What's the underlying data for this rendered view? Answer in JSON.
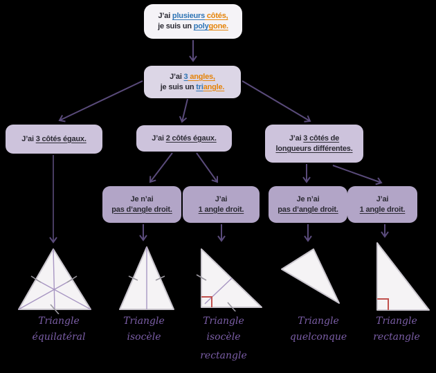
{
  "colors": {
    "background": "#000000",
    "box-top-bg": "#f5f3f7",
    "box-l2-bg": "#dcd6e6",
    "box-l3-bg": "#cdc3dc",
    "box-l4-bg": "#b2a5c7",
    "arrow": "#5a4b7b",
    "text-dark": "#2b2a33",
    "text-blue": "#2e74b5",
    "text-orange": "#e58308",
    "triangle-fill": "#f5f3f5",
    "triangle-stroke": "#cac6ce",
    "axis-line": "#a795c2",
    "right-angle": "#c0504d",
    "tick": "#9b98a0",
    "label-purple": "#7b5ea7"
  },
  "nodes": {
    "polygone": {
      "l1_prefix": "J’ai ",
      "l1_blue": "plusieurs",
      "l1_orange": " côtés,",
      "l2_prefix": "je suis un ",
      "l2_blue": "poly",
      "l2_orange": "gone."
    },
    "triangle": {
      "l1_prefix": "J’ai ",
      "l1_blue": "3",
      "l1_orange": " angles,",
      "l2_prefix": "je suis un ",
      "l2_blue": "tri",
      "l2_orange": "angle."
    },
    "trois_cotes_egaux": {
      "prefix": "J’ai ",
      "underline": "3 côtés égaux."
    },
    "deux_cotes_egaux": {
      "prefix": "J’ai ",
      "underline": "2 côtés égaux."
    },
    "cotes_differents": {
      "prefix": "J’ai ",
      "underline_l1": "3 côtés de",
      "underline_l2": "longueurs différentes."
    },
    "isocele_sans_angle_droit": {
      "line1": "Je n’ai",
      "underline": "pas d’angle droit."
    },
    "isocele_avec_angle_droit": {
      "line1": "J’ai",
      "underline": "1 angle droit."
    },
    "quelconque_sans_angle_droit": {
      "line1": "Je n’ai",
      "underline": "pas d’angle droit."
    },
    "rectangle_avec_angle_droit": {
      "line1": "J’ai",
      "underline": "1 angle droit."
    }
  },
  "figure_labels": {
    "equilateral": {
      "l1": "Triangle",
      "l2": "équilatéral"
    },
    "isocele": {
      "l1": "Triangle",
      "l2": "isocèle"
    },
    "isocele_rectangle": {
      "l1": "Triangle",
      "l2": "isocèle",
      "l3": "rectangle"
    },
    "quelconque": {
      "l1": "Triangle",
      "l2": "quelconque"
    },
    "rectangle": {
      "l1": "Triangle",
      "l2": "rectangle"
    }
  }
}
